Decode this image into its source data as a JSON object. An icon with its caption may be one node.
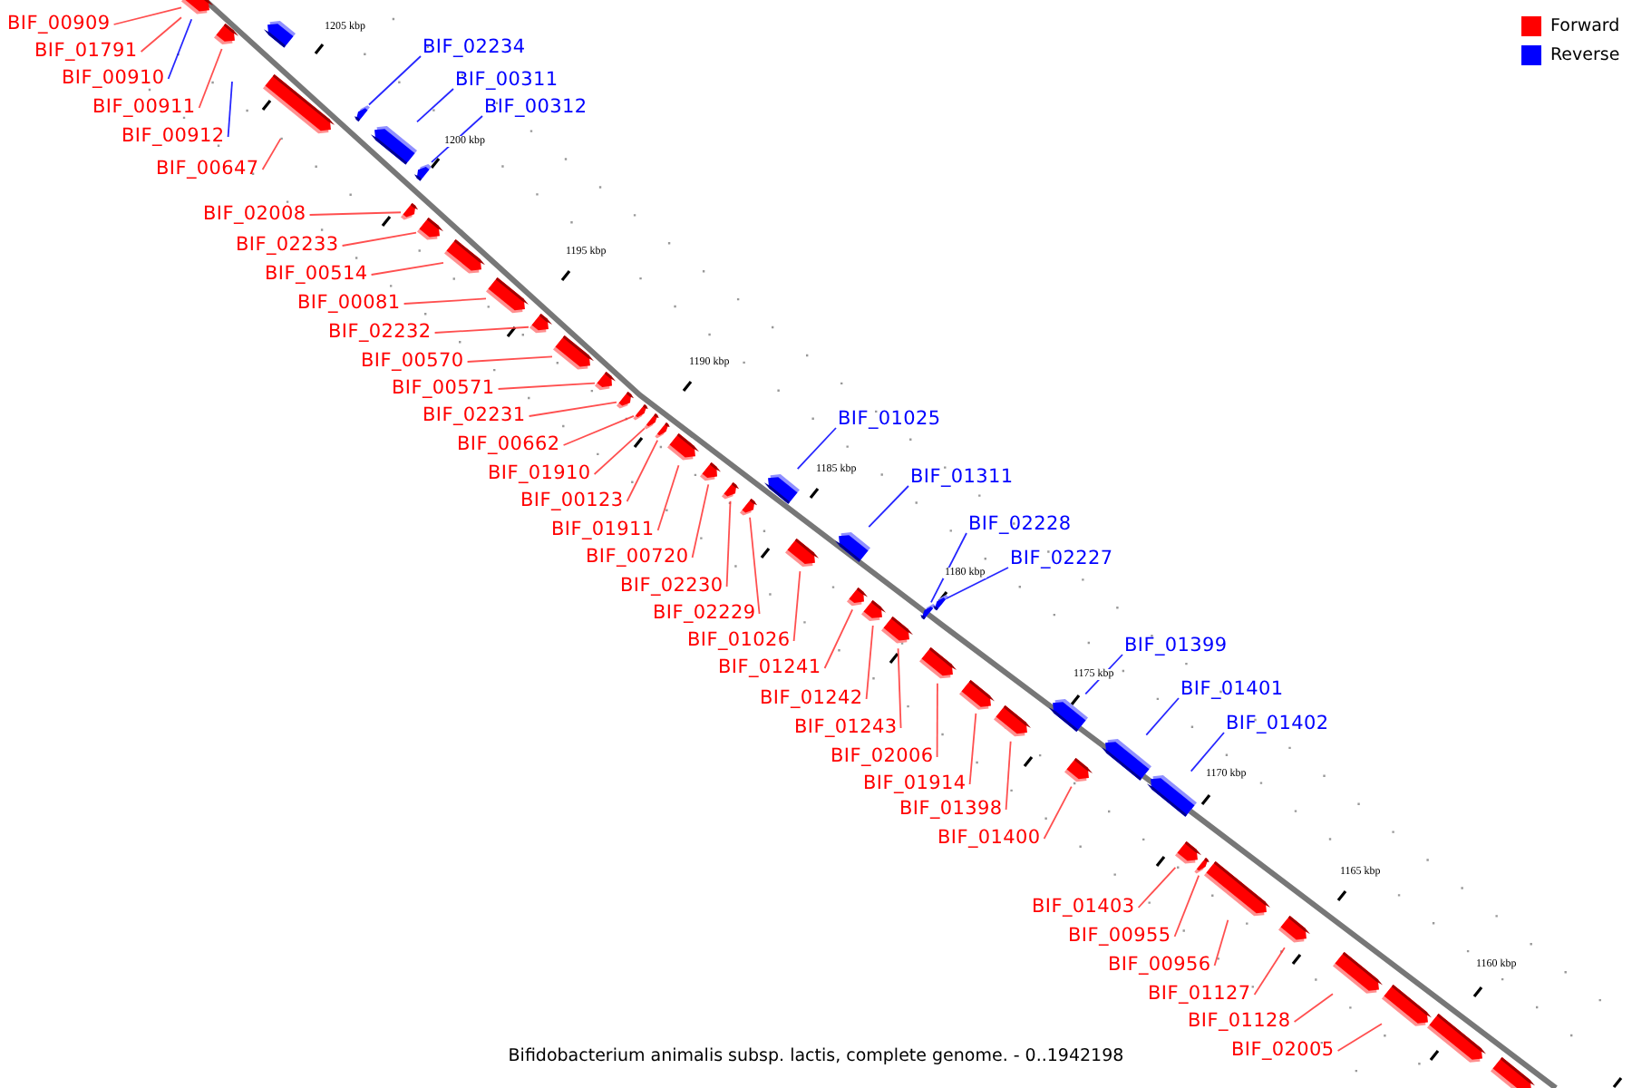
{
  "diagram": {
    "caption": "Bifidobacterium animalis subsp. lactis, complete genome. - 0..1942198",
    "nodes": [
      {
        "text": [
          "BIF_00909"
        ]
      },
      {
        "text": [
          "BIF_01791"
        ]
      },
      {
        "text": [
          "BIF_00910"
        ]
      },
      {
        "text": [
          "BIF_00911"
        ]
      },
      {
        "text": [
          "BIF_00912"
        ]
      },
      {
        "text": [
          "BIF_00647"
        ]
      },
      {
        "text": [
          "BIF_02008"
        ]
      },
      {
        "text": [
          "BIF_02233"
        ]
      },
      {
        "text": [
          "BIF_00514"
        ]
      },
      {
        "text": [
          "BIF_00081"
        ]
      },
      {
        "text": [
          "BIF_02232"
        ]
      },
      {
        "text": [
          "BIF_00570"
        ]
      },
      {
        "text": [
          "BIF_00571"
        ]
      },
      {
        "text": [
          "BIF_02231"
        ]
      },
      {
        "text": [
          "BIF_00662"
        ]
      },
      {
        "text": [
          "BIF_01910"
        ]
      },
      {
        "text": [
          "BIF_00123"
        ]
      },
      {
        "text": [
          "BIF_01911"
        ]
      },
      {
        "text": [
          "BIF_00720"
        ]
      },
      {
        "text": [
          "BIF_02230"
        ]
      },
      {
        "text": [
          "BIF_02229"
        ]
      },
      {
        "text": [
          "BIF_01026"
        ]
      },
      {
        "text": [
          "BIF_01241"
        ]
      },
      {
        "text": [
          "BIF_01242"
        ]
      },
      {
        "text": [
          "BIF_01243"
        ]
      },
      {
        "text": [
          "BIF_02006"
        ]
      },
      {
        "text": [
          "BIF_01914"
        ]
      },
      {
        "text": [
          "BIF_01398"
        ]
      },
      {
        "text": [
          "BIF_01400"
        ]
      },
      {
        "text": [
          "BIF_01403"
        ]
      },
      {
        "text": [
          "BIF_00955"
        ]
      },
      {
        "text": [
          "BIF_00956"
        ]
      },
      {
        "text": [
          "BIF_01127"
        ]
      },
      {
        "text": [
          "BIF_01128"
        ]
      },
      {
        "text": [
          "BIF_02005"
        ]
      },
      {
        "text": [
          "BIF_02234"
        ]
      },
      {
        "text": [
          "BIF_00311"
        ]
      },
      {
        "text": [
          "BIF_00312"
        ]
      },
      {
        "text": [
          "BIF_01025"
        ]
      },
      {
        "text": [
          "BIF_01311"
        ]
      },
      {
        "text": [
          "BIF_02228"
        ]
      },
      {
        "text": [
          "BIF_02227"
        ]
      },
      {
        "text": [
          "BIF_01399"
        ]
      },
      {
        "text": [
          "BIF_01401"
        ]
      },
      {
        "text": [
          "BIF_01402"
        ]
      },
      {
        "text": [],
        "shape": "bar"
      },
      {
        "text": [],
        "shape": "bar"
      },
      {
        "text": [],
        "shape": "bar"
      },
      {
        "text": [],
        "shape": "bar"
      },
      {
        "text": [],
        "shape": "bar"
      },
      {
        "text": [],
        "shape": "bar"
      },
      {
        "text": [],
        "shape": "bar"
      },
      {
        "text": [],
        "shape": "bar"
      },
      {
        "text": [],
        "shape": "bar"
      },
      {
        "text": [],
        "shape": "bar"
      },
      {
        "text": [],
        "shape": "bar"
      },
      {
        "text": [],
        "shape": "bar"
      },
      {
        "text": [],
        "shape": "bar"
      },
      {
        "text": [],
        "shape": "bar"
      },
      {
        "text": [],
        "shape": "bar"
      },
      {
        "text": [],
        "shape": "bar"
      },
      {
        "text": [],
        "shape": "bar"
      },
      {
        "text": [],
        "shape": "bar"
      },
      {
        "text": [],
        "shape": "bar"
      },
      {
        "text": [],
        "shape": "bar"
      },
      {
        "text": [],
        "shape": "bar"
      },
      {
        "text": [],
        "shape": "bar"
      },
      {
        "text": [],
        "shape": "bar"
      },
      {
        "text": [],
        "shape": "bar"
      },
      {
        "text": [],
        "shape": "bar"
      },
      {
        "text": [],
        "shape": "bar"
      },
      {
        "text": [],
        "shape": "bar"
      },
      {
        "text": [],
        "shape": "bar"
      },
      {
        "text": [],
        "shape": "bar"
      },
      {
        "text": [],
        "shape": "bar"
      },
      {
        "text": [],
        "shape": "bar"
      },
      {
        "text": [],
        "shape": "bar"
      },
      {
        "text": [],
        "shape": "bar"
      },
      {
        "text": [],
        "shape": "bar"
      },
      {
        "text": [],
        "shape": "bar"
      },
      {
        "text": [],
        "shape": "bar"
      },
      {
        "text": [],
        "shape": "bar"
      },
      {
        "text": [],
        "shape": "bar"
      },
      {
        "text": [],
        "shape": "bar"
      },
      {
        "text": [],
        "shape": "bar"
      },
      {
        "text": [],
        "shape": "bar"
      },
      {
        "text": [],
        "shape": "bar"
      },
      {
        "text": [],
        "shape": "bar"
      },
      {
        "text": [],
        "shape": "bar"
      },
      {
        "text": [],
        "shape": "bar"
      }
    ],
    "edges": [
      {
        "from": 0,
        "to": 45,
        "arrow": "none"
      },
      {
        "from": 1,
        "to": 45,
        "arrow": "none"
      },
      {
        "from": 2,
        "to": 45,
        "arrow": "none",
        "color": "#0000ff"
      },
      {
        "from": 3,
        "to": 46,
        "arrow": "none"
      },
      {
        "from": 4,
        "to": null,
        "arrow": "none",
        "color": "#0000ff"
      },
      {
        "from": 5,
        "to": 47,
        "arrow": "none"
      },
      {
        "from": 6,
        "to": 48,
        "arrow": "none"
      },
      {
        "from": 7,
        "to": 49,
        "arrow": "none"
      },
      {
        "from": 8,
        "to": 50,
        "arrow": "none"
      },
      {
        "from": 9,
        "to": 51,
        "arrow": "none"
      },
      {
        "from": 10,
        "to": 52,
        "arrow": "none"
      },
      {
        "from": 11,
        "to": 53,
        "arrow": "none"
      },
      {
        "from": 12,
        "to": 54,
        "arrow": "none"
      },
      {
        "from": 13,
        "to": 55,
        "arrow": "none"
      },
      {
        "from": 14,
        "to": 56,
        "arrow": "none"
      },
      {
        "from": 15,
        "to": 57,
        "arrow": "none"
      },
      {
        "from": 16,
        "to": 58,
        "arrow": "none"
      },
      {
        "from": 17,
        "to": 59,
        "arrow": "none"
      },
      {
        "from": 18,
        "to": 60,
        "arrow": "none"
      },
      {
        "from": 19,
        "to": 61,
        "arrow": "none"
      },
      {
        "from": 20,
        "to": 62,
        "arrow": "none"
      },
      {
        "from": 21,
        "to": 63,
        "arrow": "none"
      },
      {
        "from": 22,
        "to": 64,
        "arrow": "none"
      },
      {
        "from": 23,
        "to": 65,
        "arrow": "none"
      },
      {
        "from": 24,
        "to": 66,
        "arrow": "none"
      },
      {
        "from": 25,
        "to": 67,
        "arrow": "none"
      },
      {
        "from": 26,
        "to": 68,
        "arrow": "none"
      },
      {
        "from": 27,
        "to": 69,
        "arrow": "none"
      },
      {
        "from": 28,
        "to": 70,
        "arrow": "none"
      },
      {
        "from": 29,
        "to": 71,
        "arrow": "none"
      },
      {
        "from": 30,
        "to": 72,
        "arrow": "none"
      },
      {
        "from": 31,
        "to": 73,
        "arrow": "none"
      },
      {
        "from": 32,
        "to": 74,
        "arrow": "none"
      },
      {
        "from": 33,
        "to": 75,
        "arrow": "none"
      },
      {
        "from": 34,
        "to": 76,
        "arrow": "none"
      },
      {
        "from": 35,
        "to": 77,
        "arrow": "none",
        "color": "#0000ff"
      },
      {
        "from": 36,
        "to": 78,
        "arrow": "none",
        "color": "#0000ff"
      },
      {
        "from": 37,
        "to": 79,
        "arrow": "none",
        "color": "#0000ff"
      },
      {
        "from": 38,
        "to": 80,
        "arrow": "none",
        "color": "#0000ff"
      },
      {
        "from": 39,
        "to": 81,
        "arrow": "none",
        "color": "#0000ff"
      },
      {
        "from": 40,
        "to": 82,
        "arrow": "none",
        "color": "#0000ff"
      },
      {
        "from": 41,
        "to": 83,
        "arrow": "none",
        "color": "#0000ff"
      },
      {
        "from": 42,
        "to": 84,
        "arrow": "none",
        "color": "#0000ff"
      },
      {
        "from": 43,
        "to": 85,
        "arrow": "none",
        "color": "#0000ff"
      },
      {
        "from": 44,
        "to": 86,
        "arrow": "none",
        "color": "#0000ff"
      }
    ],
    "labels": [
      "1205 kbp",
      "1200 kbp",
      "1195 kbp",
      "1190 kbp",
      "1185 kbp",
      "1180 kbp",
      "1175 kbp",
      "1170 kbp",
      "1165 kbp",
      "1160 kbp"
    ],
    "legend": [
      {
        "text": "Forward",
        "color": "#ff0000"
      },
      {
        "text": "Reverse",
        "color": "#0000ff"
      }
    ]
  }
}
